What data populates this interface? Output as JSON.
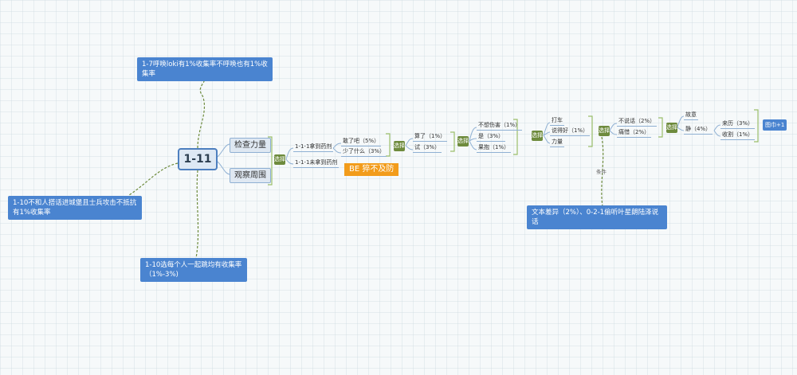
{
  "root": {
    "label": "1-11"
  },
  "callouts": {
    "top": "1-7呼唤loki有1%收集率不呼唤也有1%收集率",
    "left": "1-10不和人搭话进城堡且士兵攻击不抵抗有1%收集率",
    "bottom": "1-10选每个人一起跳均有收集率（1%-3%)",
    "right": "文本差异（2%）、0-2-1偷听叶星朗陆泽说话"
  },
  "branches": {
    "check": "检查力量",
    "observe": "观察周围"
  },
  "tags": {
    "choice": "选择"
  },
  "level1": {
    "take": "1-1-1拿到药剂",
    "not_take": "1-1-1未拿到药剂"
  },
  "be": "BE  猝不及防",
  "level2": {
    "drink": "敢了吧（5%）",
    "say_less": "少了什么（3%）"
  },
  "level3": {
    "forget": "算了（1%）",
    "try": "试（3%）"
  },
  "level4": {
    "no_hurt": "不想伤害（1%）",
    "yes": "是（3%）",
    "resist": "果抱（1%）"
  },
  "level5": {
    "fight": "打车",
    "good": "说得好（1%）",
    "power": "力量"
  },
  "level6": {
    "no_way": "不说话（2%）",
    "pity": "痛惜（2%）"
  },
  "condition": "条件",
  "level7": {
    "trick": "故意",
    "quiet": "静（4%）"
  },
  "level8": {
    "come": "来历（3%）",
    "collect": "收割（1%）"
  },
  "end": {
    "label": "图巾+1"
  }
}
